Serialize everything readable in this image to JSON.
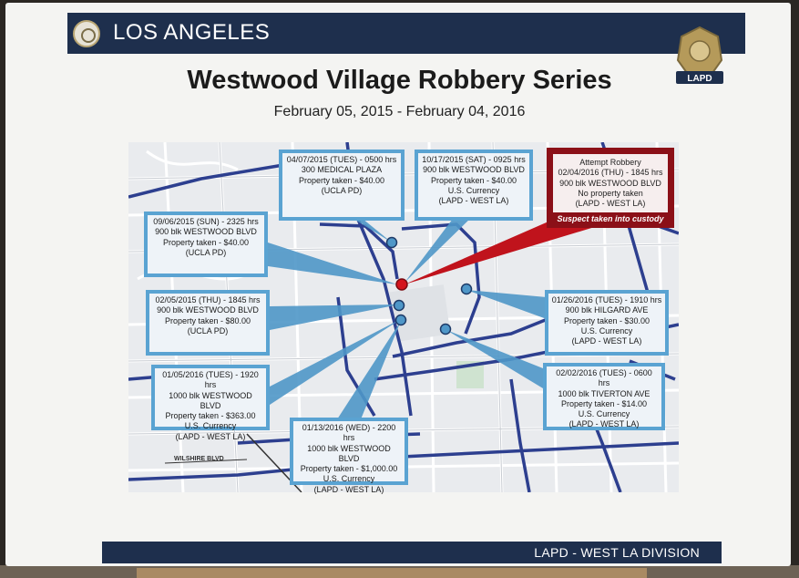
{
  "header": {
    "title": "LOS ANGELES"
  },
  "badge": {
    "text": "LAPD"
  },
  "poster": {
    "title": "Westwood Village Robbery Series",
    "subtitle": "February 05, 2015 - February 04, 2016"
  },
  "map": {
    "road_label": "WILSHIRE BLVD",
    "incidents": [
      {
        "lines": [
          "04/07/2015 (TUES) - 0500 hrs",
          "300 MEDICAL PLAZA",
          "Property taken - $40.00",
          "(UCLA PD)"
        ]
      },
      {
        "lines": [
          "10/17/2015 (SAT) - 0925 hrs",
          "900 blk WESTWOOD BLVD",
          "Property taken - $40.00",
          "U.S. Currency",
          "(LAPD - WEST LA)"
        ]
      },
      {
        "lines": [
          "09/06/2015 (SUN) - 2325 hrs",
          "900 blk WESTWOOD BLVD",
          "Property taken - $40.00",
          "(UCLA PD)"
        ]
      },
      {
        "lines": [
          "02/05/2015 (THU) - 1845 hrs",
          "900 blk WESTWOOD BLVD",
          "Property taken - $80.00",
          "(UCLA PD)"
        ]
      },
      {
        "lines": [
          "01/05/2016 (TUES) - 1920 hrs",
          "1000 blk WESTWOOD BLVD",
          "Property taken - $363.00",
          "U.S. Currency",
          "(LAPD - WEST LA)"
        ]
      },
      {
        "lines": [
          "01/13/2016 (WED) - 2200 hrs",
          "1000 blk WESTWOOD BLVD",
          "Property taken - $1,000.00",
          "U.S. Currency",
          "(LAPD - WEST LA)"
        ]
      },
      {
        "lines": [
          "01/26/2016 (TUES) - 1910 hrs",
          "900 blk HILGARD AVE",
          "Property taken - $30.00",
          "U.S. Currency",
          "(LAPD - WEST LA)"
        ]
      },
      {
        "lines": [
          "02/02/2016 (TUES) - 0600 hrs",
          "1000 blk TIVERTON AVE",
          "Property taken - $14.00",
          "U.S. Currency",
          "(LAPD - WEST LA)"
        ]
      }
    ],
    "attempt": {
      "lines": [
        "Attempt Robbery",
        "02/04/2016 (THU) - 1845 hrs",
        "900 blk WESTWOOD BLVD",
        "No property taken",
        "(LAPD - WEST LA)"
      ],
      "note": "Suspect taken into custody"
    }
  },
  "footer": {
    "text": "LAPD - WEST LA DIVISION"
  },
  "colors": {
    "navy": "#1e2f4d",
    "callout_blue": "#5aa3d2",
    "attempt_red": "#8b1018",
    "road_blue": "#2d3f8f"
  }
}
